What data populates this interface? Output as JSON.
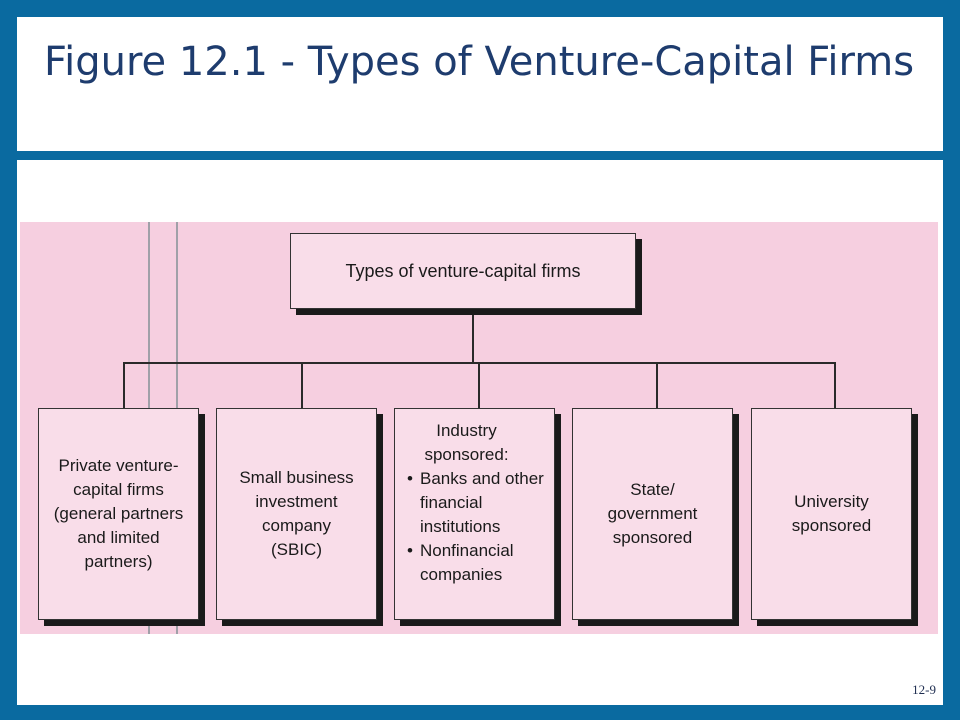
{
  "slide": {
    "title": "Figure 12.1 - Types of Venture-Capital Firms",
    "number": "12-9"
  },
  "diagram": {
    "root": "Types of venture-capital firms",
    "children": [
      {
        "label": "Private venture-\ncapital firms\n(general partners\nand limited\npartners)"
      },
      {
        "label": "Small business\ninvestment\ncompany\n(SBIC)"
      },
      {
        "head": "Industry\nsponsored:",
        "items": [
          "Banks and other financial institutions",
          "Nonfinancial companies"
        ]
      },
      {
        "label": "State/\ngovernment\nsponsored"
      },
      {
        "label": "University\nsponsored"
      }
    ]
  },
  "colors": {
    "frame": "#0a6aa0",
    "diagram_background": "#f6cfe0",
    "box_fill": "#f9dde9",
    "title_text": "#1e3c6e"
  }
}
